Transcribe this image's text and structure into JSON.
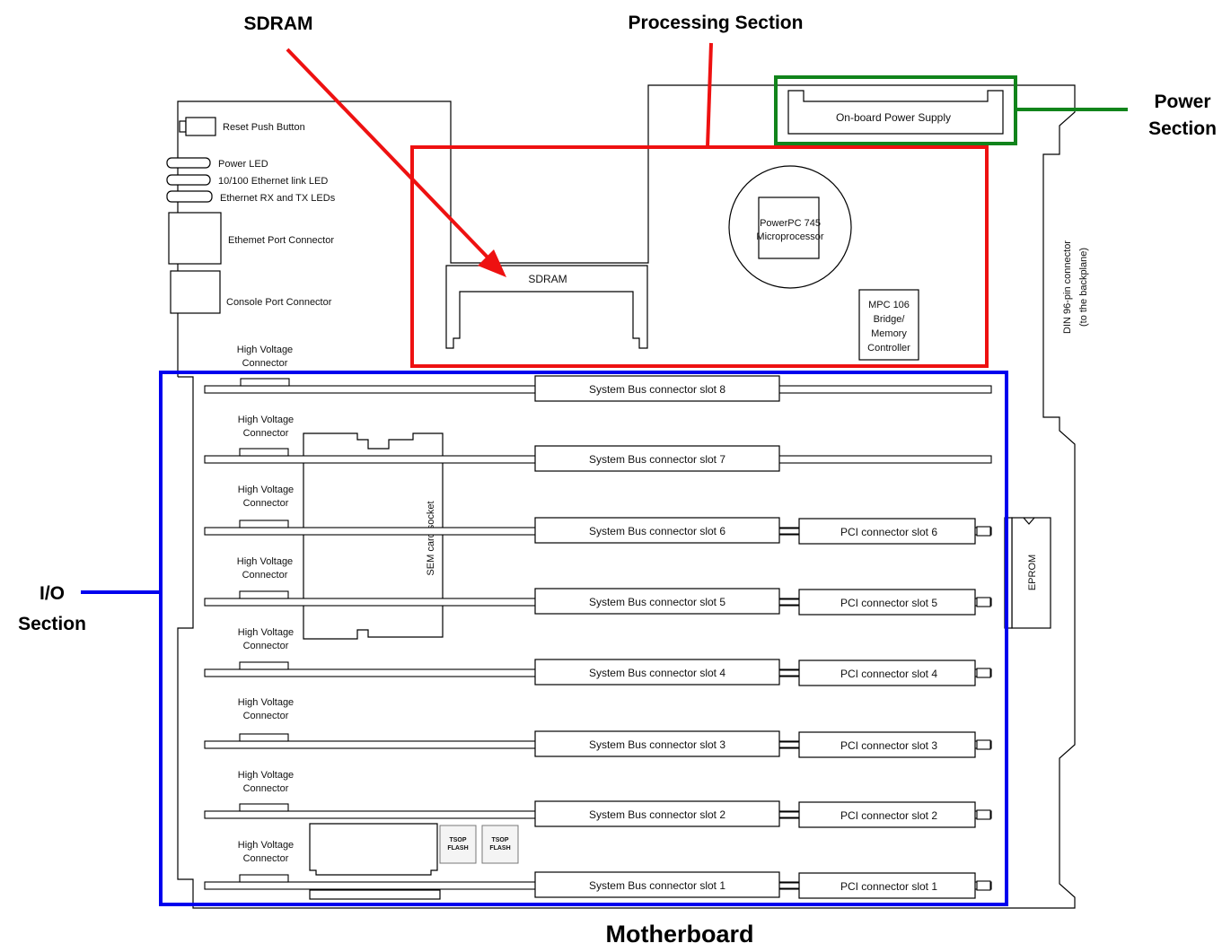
{
  "callouts": {
    "sdram": "SDRAM",
    "processing": "Processing Section",
    "power_line1": "Power",
    "power_line2": "Section",
    "io_line1": "I/O",
    "io_line2": "Section"
  },
  "title": "Motherboard",
  "front_panel": {
    "reset": "Reset Push Button",
    "power_led": "Power LED",
    "link_led": "10/100 Ethernet link LED",
    "rxtx_led": "Ethernet RX and TX LEDs",
    "ethernet": "Ethemet Port Connector",
    "console": "Console Port Connector"
  },
  "hv": {
    "line1": "High Voltage",
    "line2": "Connector"
  },
  "sdram_module": "SDRAM",
  "cpu": {
    "line1": "PowerPC 745",
    "line2": "Microprocessor"
  },
  "bridge": {
    "line1": "MPC 106",
    "line2": "Bridge/",
    "line3": "Memory",
    "line4": "Controller"
  },
  "power_supply": "On-board Power Supply",
  "din": {
    "line1": "DIN 96-pin connector",
    "line2": "(to the backplane)"
  },
  "eprom": "EPROM",
  "sem_socket": "SEM card socket",
  "tsop": {
    "line1": "TSOP",
    "line2": "FLASH"
  },
  "system_slots": [
    "System Bus connector slot 8",
    "System Bus connector slot 7",
    "System Bus connector slot 6",
    "System Bus connector slot 5",
    "System Bus connector slot 4",
    "System Bus connector slot 3",
    "System Bus connector slot 2",
    "System Bus connector slot 1"
  ],
  "pci_slots": [
    "PCI connector slot 6",
    "PCI connector slot 5",
    "PCI connector slot 4",
    "PCI connector slot 3",
    "PCI connector slot 2",
    "PCI connector slot 1"
  ],
  "colors": {
    "processing": "#ee1111",
    "io": "#0000ee",
    "power": "#11841b",
    "sdram_arrow": "#ee1111"
  }
}
